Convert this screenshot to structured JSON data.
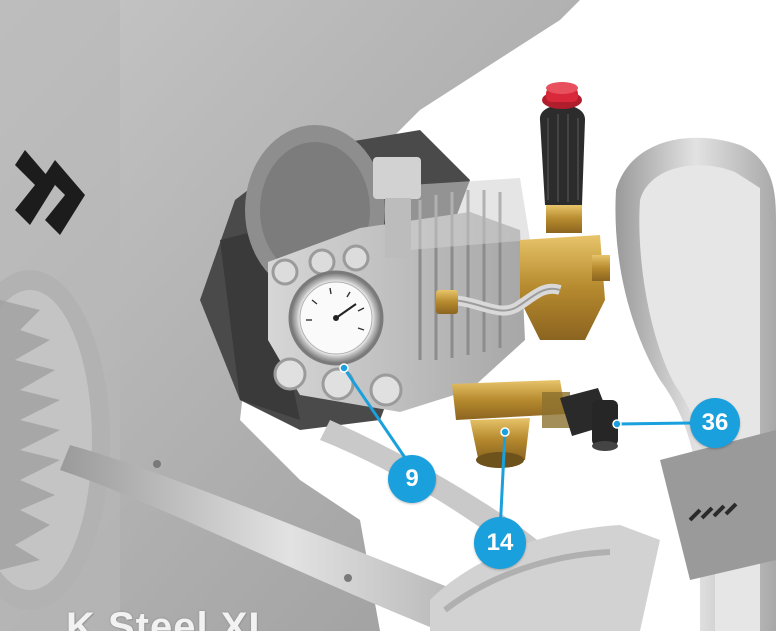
{
  "image": {
    "description_labels": {
      "callouts": [
        {
          "number": "9"
        },
        {
          "number": "14"
        },
        {
          "number": "36"
        }
      ],
      "logo_text": "K Steel XL"
    },
    "colors": {
      "callout_badge": "#1aa0dc",
      "callout_line": "#1aa0dc",
      "frame": "#bdbdbd",
      "brass": "#c9a24a",
      "knob": "#2a2a2a",
      "cap": "#d8283a"
    }
  }
}
